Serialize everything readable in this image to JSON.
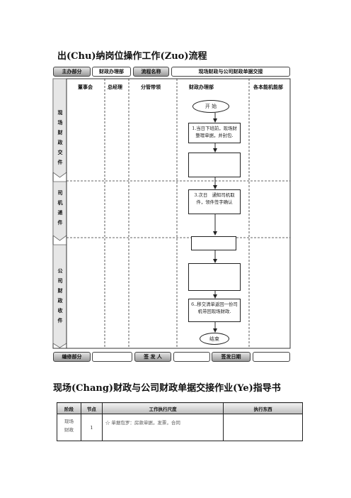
{
  "flow_title": "出(Chu)纳岗位操作工作(Zuo)流程",
  "header": {
    "dept_label": "主办部分",
    "dept_value": "财政办理部",
    "name_label": "流程名称",
    "name_value": "现场财政与公司财政单据交接"
  },
  "columns": [
    "董事会",
    "总经理",
    "分管带领",
    "财政办理部",
    "各本能机能部"
  ],
  "lanes": [
    {
      "label": "现\n场\n财\n政\n交\n件"
    },
    {
      "label": "司\n机\n递\n件"
    },
    {
      "label": "公\n司\n财\n政\n收\n件"
    }
  ],
  "steps": {
    "start": "开 始",
    "step1": "1.当日下班前，现场财整理单据，并封包.",
    "step2": "",
    "step3": "3.次日　通知司机取件，领件签字确认",
    "step4": "",
    "step5": "",
    "step6": "6..移交清单返回一份司机带回现场财政.",
    "end": "结束"
  },
  "footer": {
    "edit_label": "编修部分",
    "edit_value": "",
    "issuer_label": "签 发 人",
    "issuer_value": "",
    "date_label": "签发日期",
    "date_value": ""
  },
  "guide_title": "现场(Chang)财政与公司财政单据交接作业(Ye)指导书",
  "guide_table": {
    "headers": [
      "阶段",
      "节点",
      "工作执行尺度",
      "执行东西"
    ],
    "rows": [
      {
        "stage": "现场\n财政",
        "node": "1",
        "standard": "☆ 单据包罗：房款单据，发票，合同",
        "tool": ""
      }
    ]
  }
}
